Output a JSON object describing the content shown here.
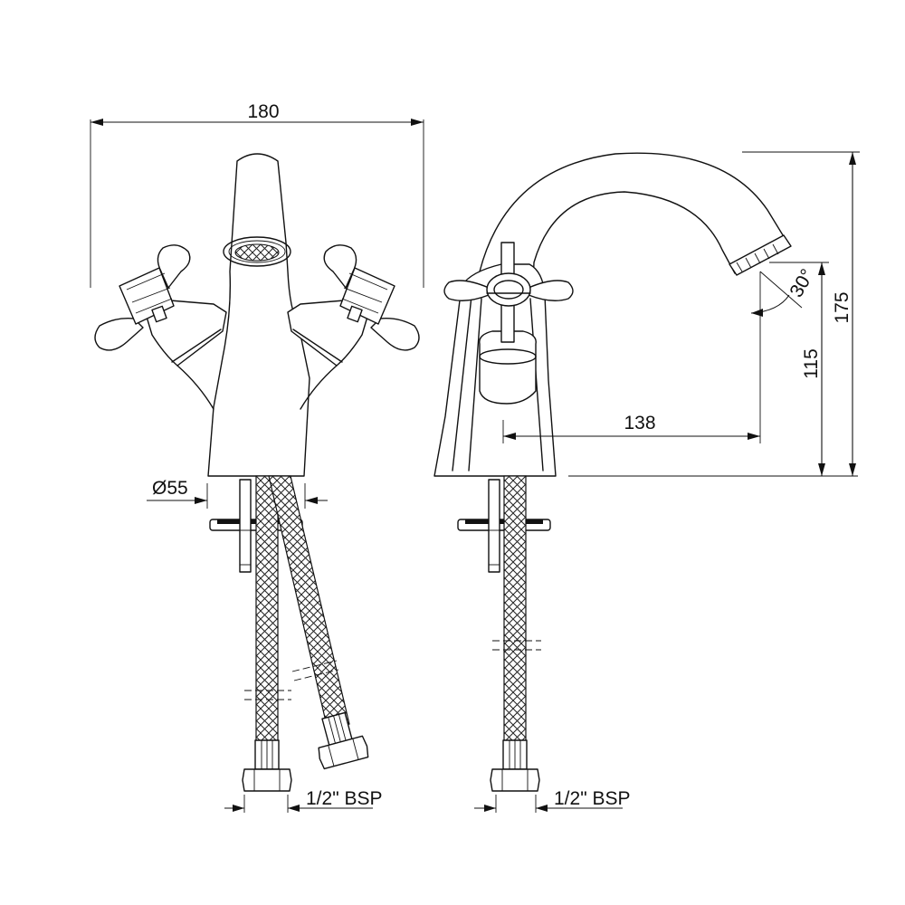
{
  "diagram": {
    "dimensions": {
      "overall_width": "180",
      "base_diameter": "Ø55",
      "spout_reach": "138",
      "spout_height": "115",
      "overall_height": "175",
      "spout_angle": "30°"
    },
    "connections": {
      "front_view_thread": "1/2\" BSP",
      "side_view_thread": "1/2\" BSP"
    }
  }
}
